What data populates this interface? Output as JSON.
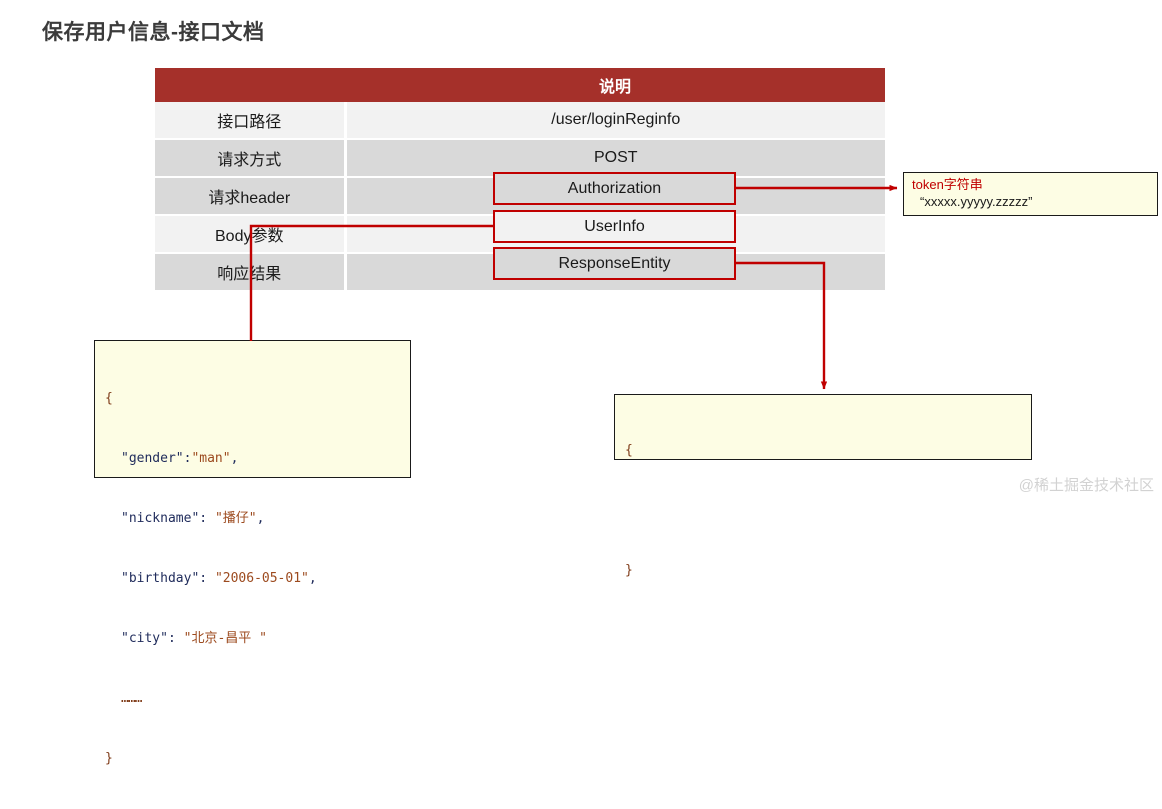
{
  "page": {
    "title": "保存用户信息-接口文档",
    "watermark": "@稀土掘金技术社区",
    "accent_red": "#a5302a",
    "line_red": "#c00000",
    "callout_bg": "#fdfde4"
  },
  "table": {
    "headers": {
      "name": "",
      "desc": "说明"
    },
    "rows": [
      {
        "name": "接口路径",
        "desc": "/user/loginReginfo",
        "highlight": false
      },
      {
        "name": "请求方式",
        "desc": "POST",
        "highlight": false
      },
      {
        "name": "请求header",
        "desc": "Authorization",
        "highlight": true
      },
      {
        "name": "Body参数",
        "desc": "UserInfo",
        "highlight": true
      },
      {
        "name": "响应结果",
        "desc": "ResponseEntity",
        "highlight": true
      }
    ]
  },
  "highlights": {
    "authorization": "Authorization",
    "userinfo": "UserInfo",
    "responseentity": "ResponseEntity"
  },
  "token_callout": {
    "title": "token字符串",
    "value": "“xxxxx.yyyyy.zzzzz”"
  },
  "json_callout": {
    "open_brace": "{",
    "lines": [
      {
        "key": "\"gender\"",
        "sep": ":",
        "value": "\"man\"",
        "comma": ","
      },
      {
        "key": "\"nickname\"",
        "sep": ": ",
        "value": "\"播仔\"",
        "comma": ","
      },
      {
        "key": "\"birthday\"",
        "sep": ": ",
        "value": "\"2006-05-01\"",
        "comma": ","
      },
      {
        "key": "\"city\"",
        "sep": ": ",
        "value": "\"北京-昌平 \"",
        "comma": ""
      }
    ],
    "ellipsis": "………",
    "close_brace": "}"
  },
  "response_callout": {
    "open_brace": "{",
    "close_brace": "}"
  }
}
